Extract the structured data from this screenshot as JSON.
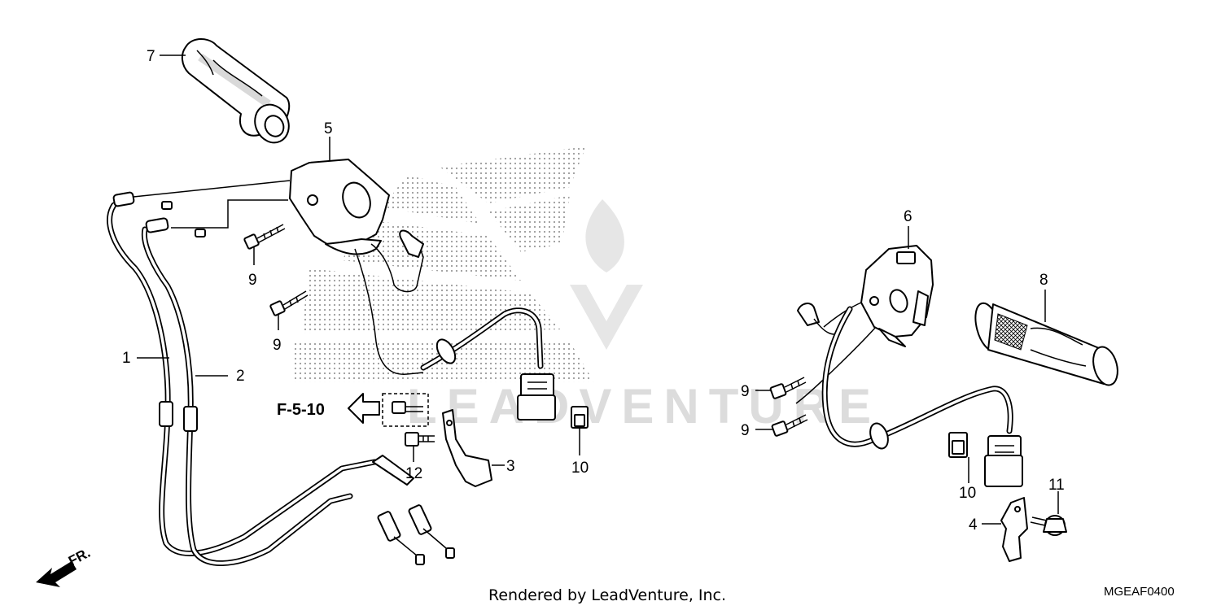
{
  "diagram": {
    "callouts": [
      {
        "id": "1",
        "text": "1"
      },
      {
        "id": "2",
        "text": "2"
      },
      {
        "id": "3",
        "text": "3"
      },
      {
        "id": "4",
        "text": "4"
      },
      {
        "id": "5",
        "text": "5"
      },
      {
        "id": "6",
        "text": "6"
      },
      {
        "id": "7",
        "text": "7"
      },
      {
        "id": "8",
        "text": "8"
      },
      {
        "id": "9a",
        "text": "9"
      },
      {
        "id": "9b",
        "text": "9"
      },
      {
        "id": "9c",
        "text": "9"
      },
      {
        "id": "9d",
        "text": "9"
      },
      {
        "id": "10a",
        "text": "10"
      },
      {
        "id": "10b",
        "text": "10"
      },
      {
        "id": "11",
        "text": "11"
      },
      {
        "id": "12",
        "text": "12"
      }
    ],
    "reference": "F-5-10",
    "direction_label": "FR.",
    "watermark": "LEADVENTURE",
    "footer": "Rendered by LeadVenture, Inc.",
    "diagram_code": "MGEAF0400",
    "colors": {
      "line": "#000000",
      "background": "#ffffff",
      "watermark": "#dcdcdc",
      "dots": "#9a9a9a"
    }
  }
}
